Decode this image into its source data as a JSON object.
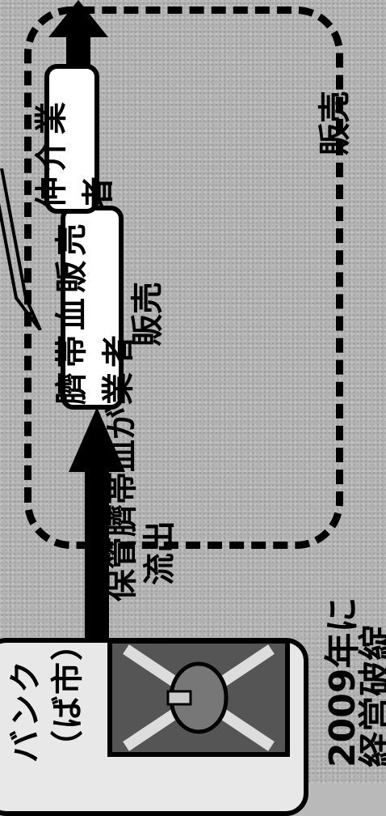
{
  "nodes": {
    "bank_line1": "バンク",
    "bank_line2": "（ば市）",
    "seller": "臍帯血販売業者",
    "broker": "仲介業者"
  },
  "labels": {
    "sell_upper": "販売",
    "sell_right": "販売",
    "outflow_line1": "保管臍帯血が",
    "outflow_line2": "流出",
    "year_line1": "2009年に",
    "year_line2": "経営破綻"
  }
}
